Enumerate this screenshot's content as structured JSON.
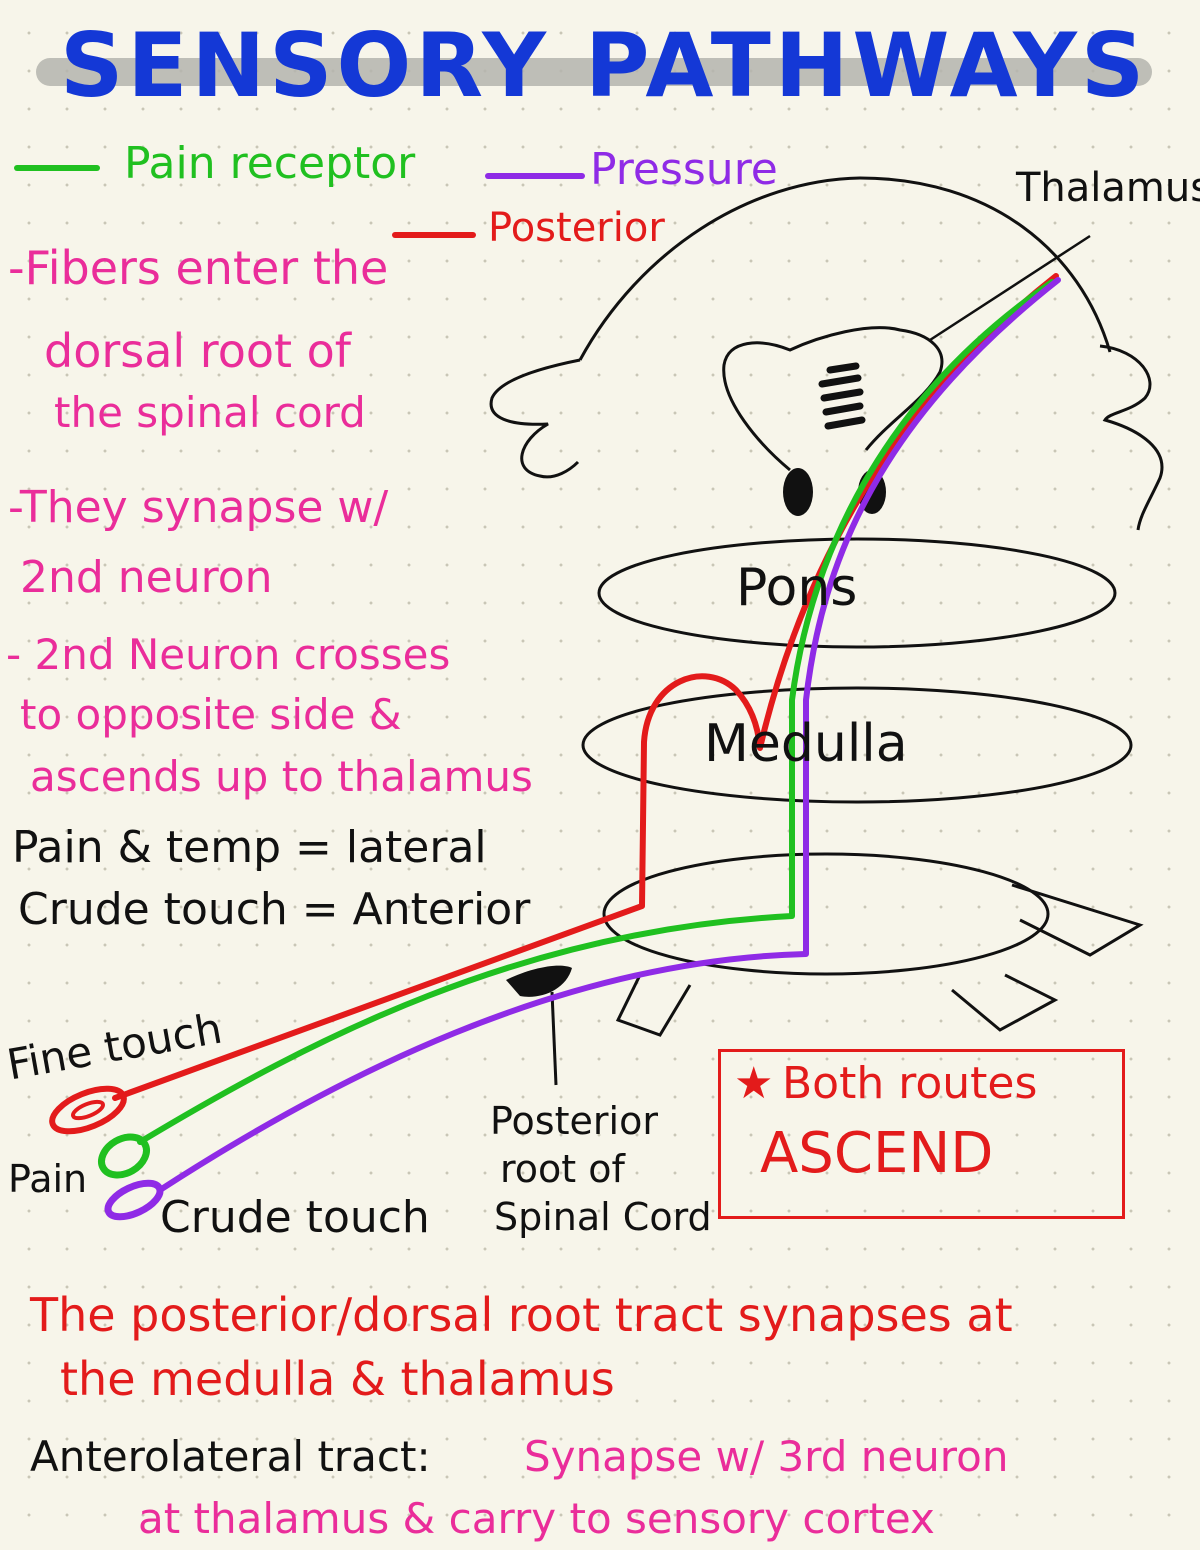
{
  "title": {
    "left": "SENSORY",
    "right": "PATHWAYS"
  },
  "legend": {
    "pain_receptor": "Pain receptor",
    "pressure": "Pressure",
    "posterior": "Posterior"
  },
  "notes": [
    "-Fibers enter the",
    "dorsal root of",
    "the spinal cord",
    "-They synapse w/",
    "2nd neuron",
    "- 2nd Neuron crosses",
    "to opposite side &",
    "ascends up to thalamus"
  ],
  "tracts": {
    "line1": "Pain & temp = lateral",
    "line2": "Crude touch = Anterior"
  },
  "brain_labels": {
    "thalamus": "Thalamus",
    "pons": "Pons",
    "medulla": "Medulla"
  },
  "receptors": {
    "fine_touch": "Fine touch",
    "pain": "Pain",
    "crude_touch": "Crude touch"
  },
  "posterior_root": [
    "Posterior",
    "root of",
    "Spinal Cord"
  ],
  "callout": {
    "star": "★",
    "line1": "Both routes",
    "line2": "ASCEND"
  },
  "footer": {
    "line1": "The posterior/dorsal root tract synapses at",
    "line2": "the medulla & thalamus",
    "antero_label": "Anterolateral tract:",
    "antero_text1": "Synapse w/ 3rd neuron",
    "antero_text2": "at thalamus & carry to sensory cortex"
  },
  "colors": {
    "title": "#1438d6",
    "pink": "#ea2d9a",
    "red": "#e31b1b",
    "green": "#20c020",
    "purple": "#8f2be6",
    "black": "#111111"
  }
}
